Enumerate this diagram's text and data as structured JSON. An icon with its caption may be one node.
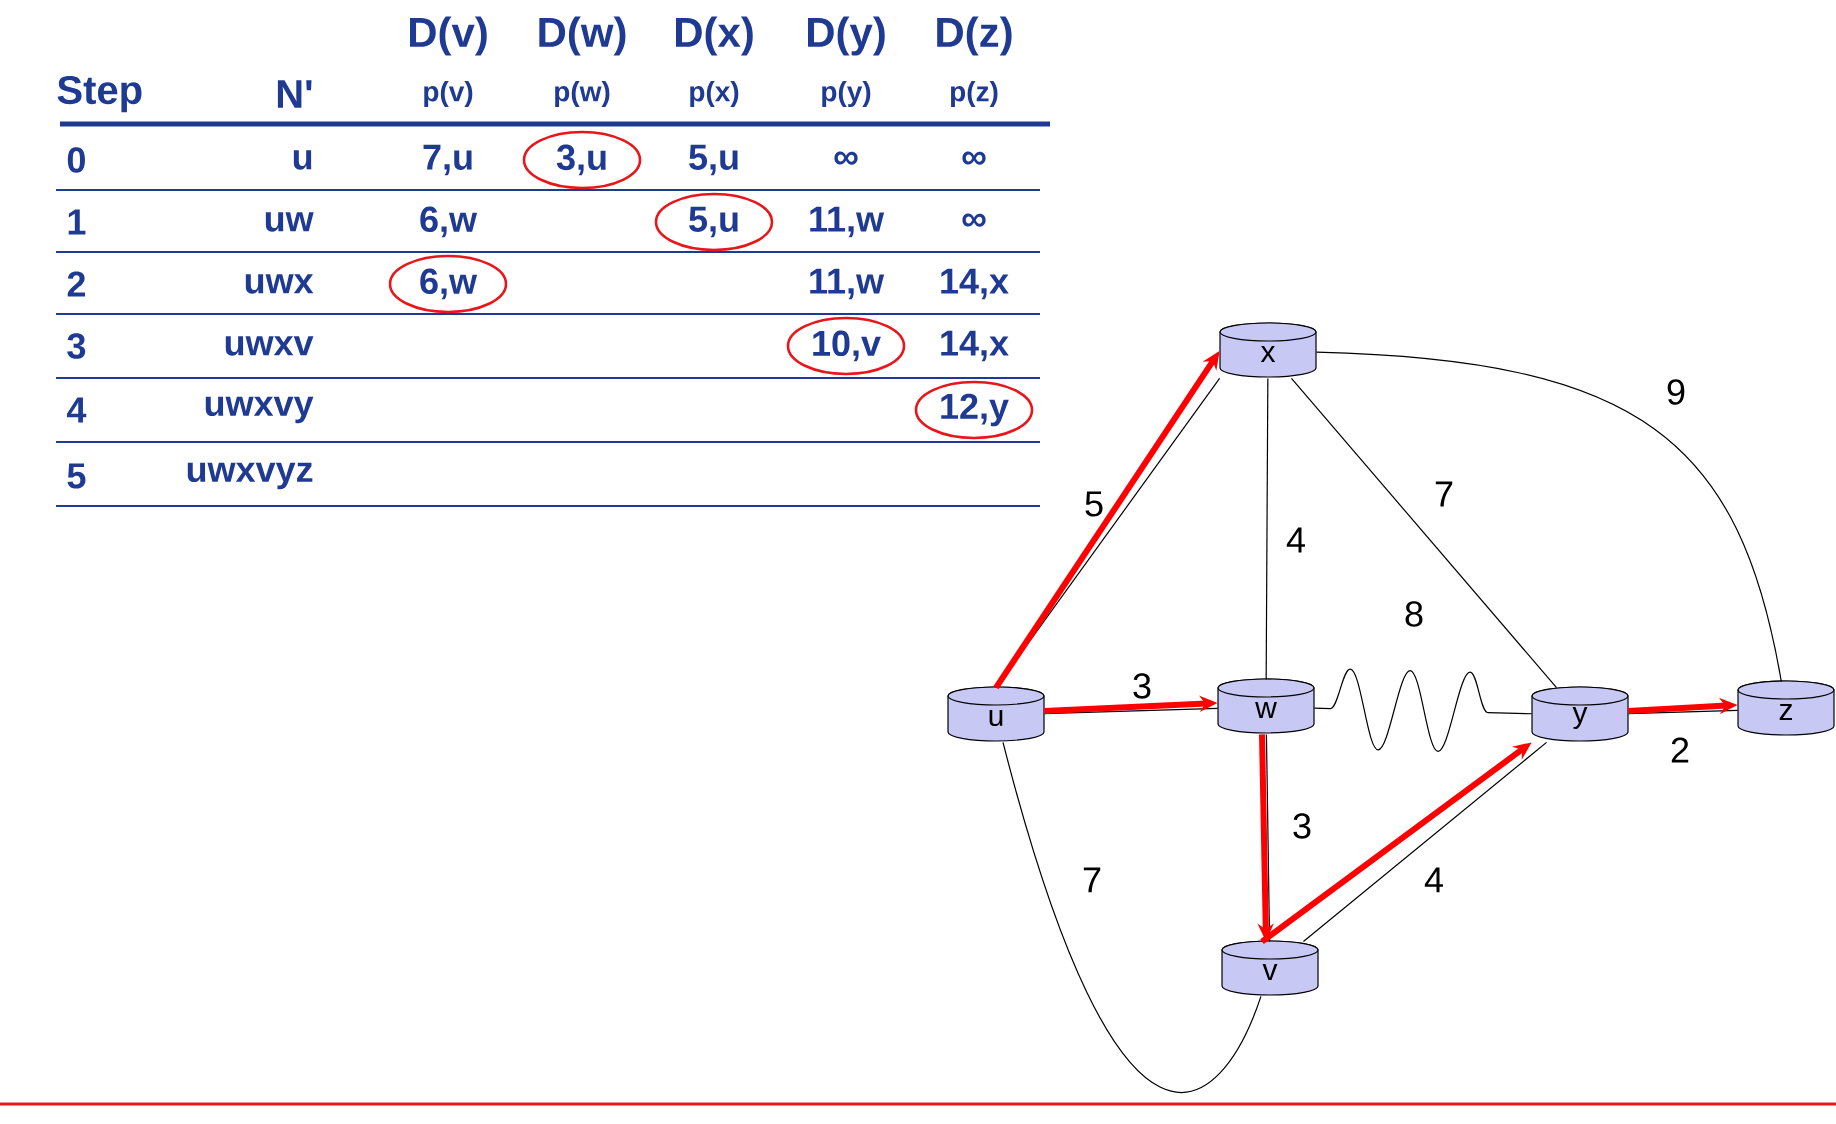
{
  "diagram": {
    "nodes": [
      {
        "text": [
          "x"
        ]
      },
      {
        "text": [
          "u"
        ]
      },
      {
        "text": [
          "w"
        ]
      },
      {
        "text": [
          "y"
        ]
      },
      {
        "text": [
          "z"
        ]
      },
      {
        "text": [
          "v"
        ]
      }
    ],
    "edges": [
      {
        "from": 1,
        "to": 0,
        "arrow": "none",
        "label": "5"
      },
      {
        "from": 1,
        "to": 2,
        "arrow": "none",
        "label": "3"
      },
      {
        "from": 1,
        "to": 5,
        "arrow": "none",
        "label": "7"
      },
      {
        "from": 0,
        "to": 2,
        "arrow": "none",
        "label": "4"
      },
      {
        "from": 0,
        "to": 3,
        "arrow": "none",
        "label": "7"
      },
      {
        "from": 0,
        "to": 4,
        "arrow": "none",
        "label": "9"
      },
      {
        "from": 2,
        "to": 3,
        "arrow": "none",
        "label": "8"
      },
      {
        "from": 2,
        "to": 5,
        "arrow": "none",
        "label": "3"
      },
      {
        "from": 5,
        "to": 3,
        "arrow": "none",
        "label": "4"
      },
      {
        "from": 3,
        "to": 4,
        "arrow": "none",
        "label": "2"
      },
      {
        "from": 1,
        "to": 0,
        "arrow": "to",
        "style": "thick",
        "color": "#ff0000"
      },
      {
        "from": 1,
        "to": 2,
        "arrow": "to",
        "style": "thick",
        "color": "#ff0000"
      },
      {
        "from": 2,
        "to": 5,
        "arrow": "to",
        "style": "thick",
        "color": "#ff0000"
      },
      {
        "from": 5,
        "to": 3,
        "arrow": "to",
        "style": "thick",
        "color": "#ff0000"
      },
      {
        "from": 3,
        "to": 4,
        "arrow": "to",
        "style": "thick",
        "color": "#ff0000"
      }
    ],
    "labels": [
      "D(v)",
      "D(w)",
      "D(x)",
      "D(y)",
      "D(z)",
      "Step",
      "N'",
      "p(v)",
      "p(w)",
      "p(x)",
      "p(y)",
      "p(z)",
      "0",
      "u",
      "7,u",
      "3,u",
      "5,u",
      "∞",
      "∞",
      "1",
      "uw",
      "6,w",
      "5,u",
      "11,w",
      "∞",
      "2",
      "uwx",
      "6,w",
      "11,w",
      "14,x",
      "3",
      "uwxv",
      "10,v",
      "14,x",
      "4",
      "uwxvy",
      "12,y",
      "5",
      "uwxvyz"
    ]
  }
}
